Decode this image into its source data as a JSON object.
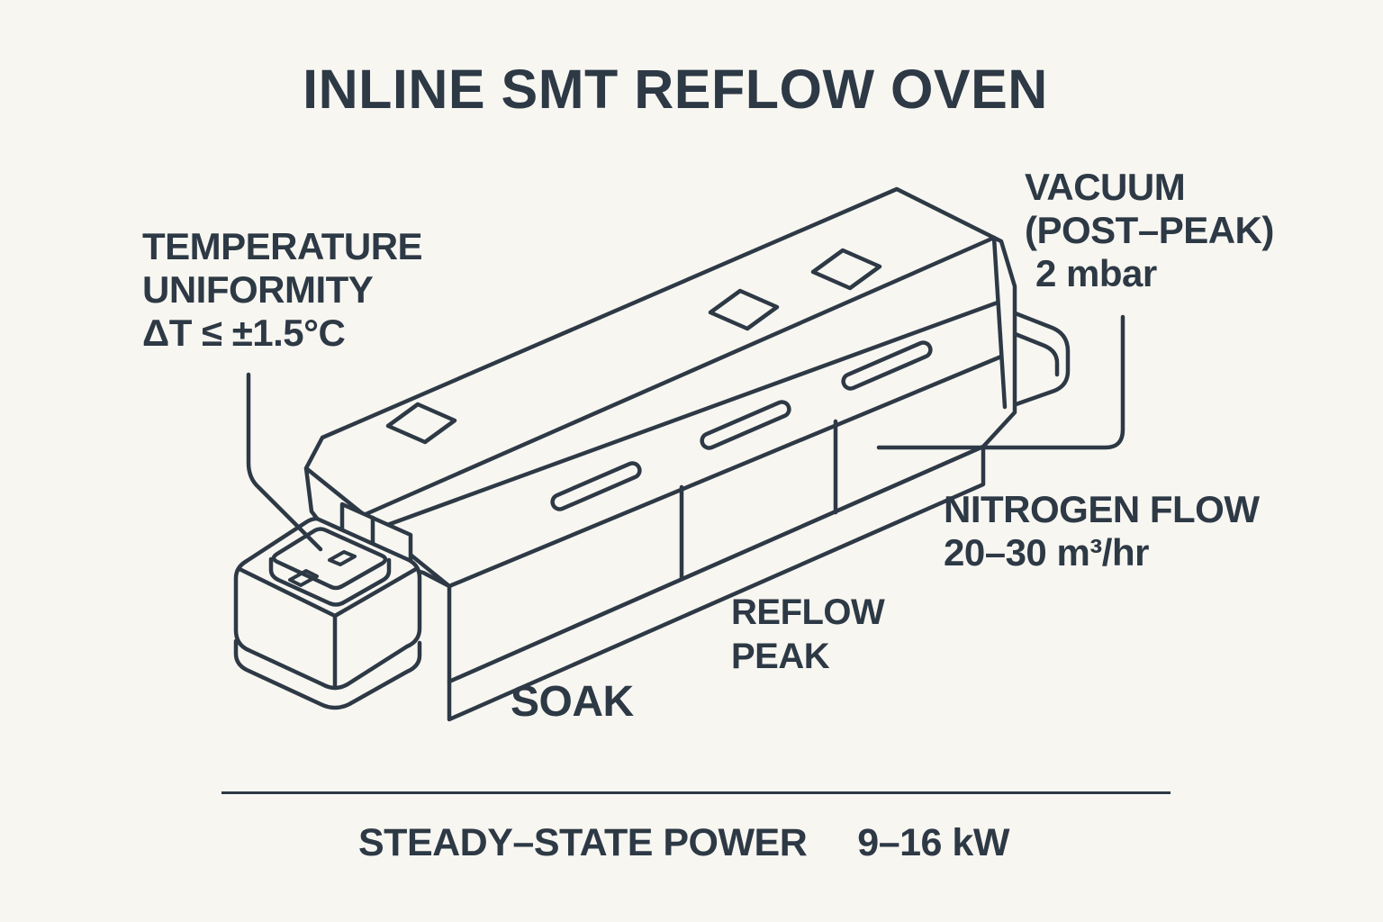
{
  "title": "INLINE SMT REFLOW OVEN",
  "colors": {
    "background": "#f8f6f1",
    "ink": "#2d3945"
  },
  "labels": {
    "temperature": {
      "line1": "TEMPERATURE",
      "line2": "UNIFORMITY",
      "line3": "ΔT ≤ ±1.5°C"
    },
    "vacuum": {
      "line1": "VACUUM",
      "line2": "(POST–PEAK)",
      "line3": "2 mbar"
    },
    "nitrogen": {
      "line1": "NITROGEN FLOW",
      "line2": "20–30 m³/hr"
    },
    "reflow": {
      "line1": "REFLOW",
      "line2": "PEAK"
    },
    "soak": "SOAK"
  },
  "footer": {
    "label": "STEADY–STATE POWER",
    "value": "9–16 kW"
  },
  "diagram": {
    "type": "isometric line illustration",
    "subject": "inline SMT reflow oven tunnel",
    "zones": [
      "SOAK",
      "REFLOW PEAK",
      "VACUUM (POST–PEAK)"
    ],
    "top_vents": 3,
    "side_slots": 3
  }
}
